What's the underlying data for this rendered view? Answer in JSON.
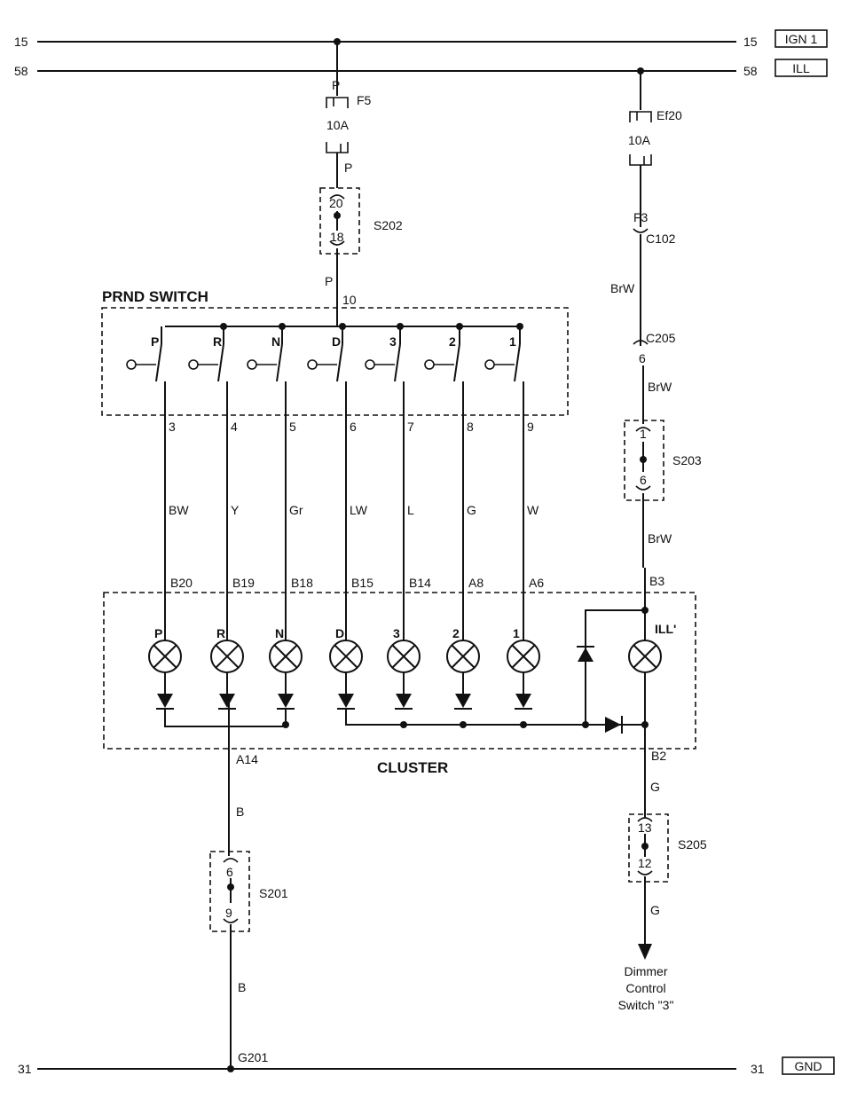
{
  "rails": {
    "top": {
      "left_num": "15",
      "right_num": "15",
      "badge": "IGN 1"
    },
    "ill": {
      "left_num": "58",
      "right_num": "58",
      "badge": "ILL"
    },
    "gnd": {
      "left_num": "31",
      "right_num": "31",
      "badge": "GND"
    }
  },
  "fuses": {
    "f5": {
      "name": "F5",
      "rating": "10A",
      "top_color": "P",
      "bottom_color": "P"
    },
    "ef20": {
      "name": "Ef20",
      "rating": "10A"
    }
  },
  "splices": {
    "s202": {
      "name": "S202",
      "top_pin": "20",
      "bottom_pin": "18"
    },
    "s203": {
      "name": "S203",
      "top_pin": "1",
      "bottom_pin": "6"
    },
    "s205": {
      "name": "S205",
      "top_pin": "13",
      "bottom_pin": "12"
    },
    "s201": {
      "name": "S201",
      "top_pin": "6",
      "bottom_pin": "9"
    }
  },
  "connectors": {
    "f3": "F3",
    "c102": "C102",
    "c205": "C205",
    "c205_pin": "6",
    "prnd_feed_color": "P",
    "prnd_feed_pin": "10"
  },
  "wires": {
    "brw1": "BrW",
    "brw2": "BrW",
    "brw3": "BrW",
    "b3": "B3",
    "b2": "B2",
    "g1": "G",
    "g2": "G",
    "a14": "A14",
    "b1": "B",
    "b2w": "B",
    "g201": "G201"
  },
  "prnd": {
    "title": "PRND SWITCH",
    "positions": [
      {
        "label": "P",
        "pin": "3",
        "color": "BW",
        "cluster_pin": "B20",
        "lamp": "P"
      },
      {
        "label": "R",
        "pin": "4",
        "color": "Y",
        "cluster_pin": "B19",
        "lamp": "R"
      },
      {
        "label": "N",
        "pin": "5",
        "color": "Gr",
        "cluster_pin": "B18",
        "lamp": "N"
      },
      {
        "label": "D",
        "pin": "6",
        "color": "LW",
        "cluster_pin": "B15",
        "lamp": "D"
      },
      {
        "label": "3",
        "pin": "7",
        "color": "L",
        "cluster_pin": "B14",
        "lamp": "3"
      },
      {
        "label": "2",
        "pin": "8",
        "color": "G",
        "cluster_pin": "A8",
        "lamp": "2"
      },
      {
        "label": "1",
        "pin": "9",
        "color": "W",
        "cluster_pin": "A6",
        "lamp": "1"
      }
    ]
  },
  "cluster": {
    "title": "CLUSTER",
    "ill_lamp": "ILL'"
  },
  "dimmer": {
    "line1": "Dimmer",
    "line2": "Control",
    "line3": "Switch \"3\""
  }
}
